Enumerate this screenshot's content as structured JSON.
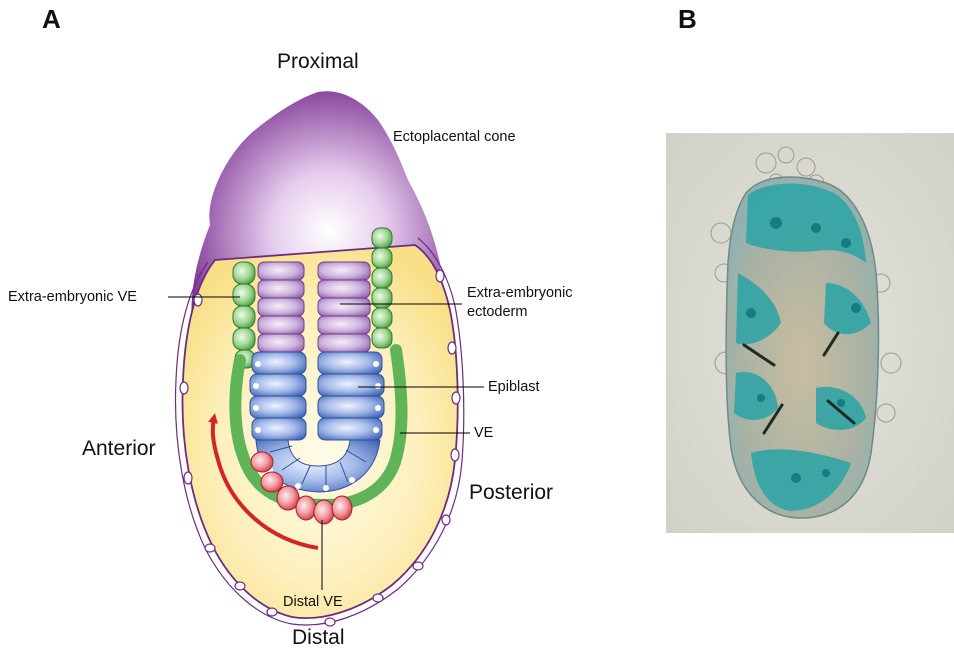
{
  "panels": {
    "a": {
      "letter": "A"
    },
    "b": {
      "letter": "B"
    }
  },
  "orientation": {
    "proximal": "Proximal",
    "distal": "Distal",
    "anterior": "Anterior",
    "posterior": "Posterior"
  },
  "labels": {
    "ectoplacental_cone": "Ectoplacental cone",
    "extra_embryonic_ve": "Extra-embryonic VE",
    "extra_embryonic_ectoderm_line1": "Extra-embryonic",
    "extra_embryonic_ectoderm_line2": "ectoderm",
    "epiblast": "Epiblast",
    "ve": "VE",
    "distal_ve": "Distal VE"
  },
  "colors": {
    "ectoplacental_cone": "#7b2a8e",
    "yolk_cavity": "#fbe9a8",
    "extra_embryonic_ve": "#3f9a3c",
    "extra_embryonic_ectoderm": "#8d5aa8",
    "epiblast": "#3b63b5",
    "distal_ve": "#d8333d",
    "migration_arrow": "#d42424",
    "stain_blue": "#2aa3a6",
    "photo_background": "#d8d8d0"
  },
  "icons": {
    "migration_arrow": "curved-arrow-icon"
  }
}
